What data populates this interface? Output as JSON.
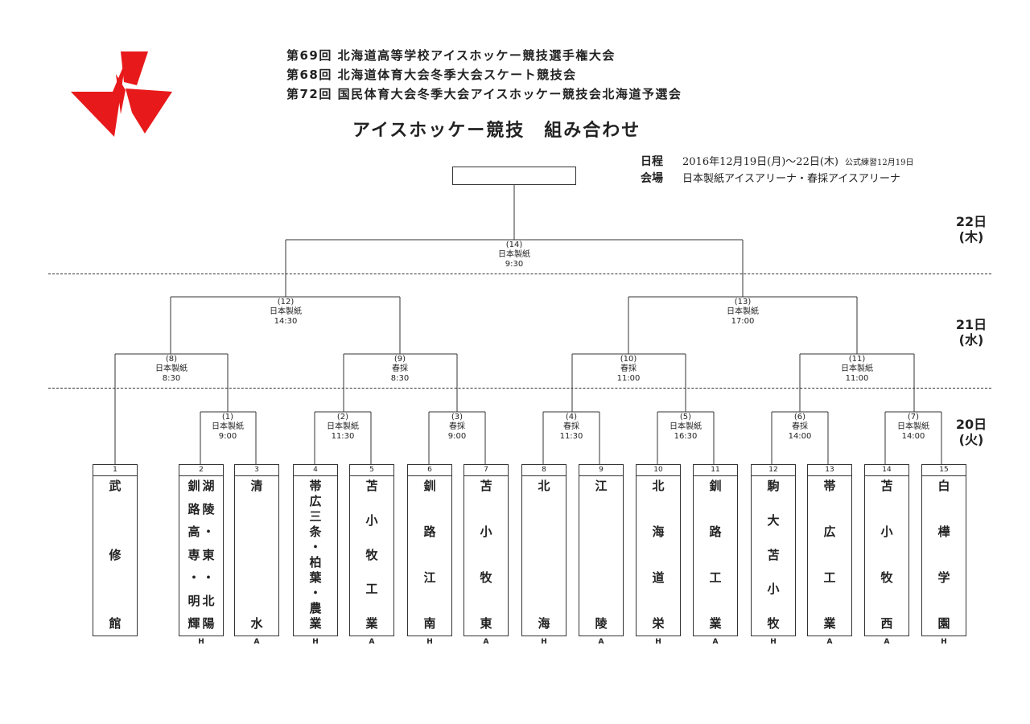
{
  "header": {
    "titles": [
      "第69回 北海道高等学校アイスホッケー競技選手権大会",
      "第68回 北海道体育大会冬季大会スケート競技会",
      "第72回 国民体育大会冬季大会アイスホッケー競技会北海道予選会"
    ],
    "main_title": "アイスホッケー競技　組み合わせ",
    "schedule_label": "日程",
    "schedule_value": "2016年12月19日(月)～22日(木)",
    "practice_note": "公式練習12月19日",
    "venue_label": "会場",
    "venue_value": "日本製紙アイスアリーナ・春採アイスアリーナ"
  },
  "days": [
    {
      "label": "22日",
      "weekday": "(木)"
    },
    {
      "label": "21日",
      "weekday": "(水)"
    },
    {
      "label": "20日",
      "weekday": "(火)"
    }
  ],
  "colors": {
    "logo": "#e8191a",
    "line": "#333333"
  },
  "logo_icon": "red-origami-star-logo",
  "teams": [
    {
      "seed": "1",
      "cols": [
        "武修館"
      ],
      "ha": ""
    },
    {
      "seed": "2",
      "cols": [
        "湖陵・東・北陽",
        "釧路高専・明輝"
      ],
      "ha": "H"
    },
    {
      "seed": "3",
      "cols": [
        "清水"
      ],
      "ha": "A"
    },
    {
      "seed": "4",
      "cols": [
        "帯広三条・柏葉・農業"
      ],
      "ha": "H"
    },
    {
      "seed": "5",
      "cols": [
        "苫小牧工業"
      ],
      "ha": "A"
    },
    {
      "seed": "6",
      "cols": [
        "釧路江南"
      ],
      "ha": "H"
    },
    {
      "seed": "7",
      "cols": [
        "苫小牧東"
      ],
      "ha": "A"
    },
    {
      "seed": "8",
      "cols": [
        "北海"
      ],
      "ha": "H"
    },
    {
      "seed": "9",
      "cols": [
        "江陵"
      ],
      "ha": "A"
    },
    {
      "seed": "10",
      "cols": [
        "北海道栄"
      ],
      "ha": "H"
    },
    {
      "seed": "11",
      "cols": [
        "釧路工業"
      ],
      "ha": "A"
    },
    {
      "seed": "12",
      "cols": [
        "駒大苫小牧"
      ],
      "ha": "H"
    },
    {
      "seed": "13",
      "cols": [
        "帯広工業"
      ],
      "ha": "A"
    },
    {
      "seed": "14",
      "cols": [
        "苫小牧西"
      ],
      "ha": "A"
    },
    {
      "seed": "15",
      "cols": [
        "白樺学園"
      ],
      "ha": "H"
    }
  ],
  "games": [
    {
      "no": "(1)",
      "venue": "日本製紙",
      "time": "9:00"
    },
    {
      "no": "(2)",
      "venue": "日本製紙",
      "time": "11:30"
    },
    {
      "no": "(3)",
      "venue": "春採",
      "time": "9:00"
    },
    {
      "no": "(4)",
      "venue": "春採",
      "time": "11:30"
    },
    {
      "no": "(5)",
      "venue": "日本製紙",
      "time": "16:30"
    },
    {
      "no": "(6)",
      "venue": "春採",
      "time": "14:00"
    },
    {
      "no": "(7)",
      "venue": "日本製紙",
      "time": "14:00"
    },
    {
      "no": "(8)",
      "venue": "日本製紙",
      "time": "8:30"
    },
    {
      "no": "(9)",
      "venue": "春採",
      "time": "8:30"
    },
    {
      "no": "(10)",
      "venue": "春採",
      "time": "11:00"
    },
    {
      "no": "(11)",
      "venue": "日本製紙",
      "time": "11:00"
    },
    {
      "no": "(12)",
      "venue": "日本製紙",
      "time": "14:30"
    },
    {
      "no": "(13)",
      "venue": "日本製紙",
      "time": "17:00"
    },
    {
      "no": "(14)",
      "venue": "日本製紙",
      "time": "9:30"
    }
  ]
}
